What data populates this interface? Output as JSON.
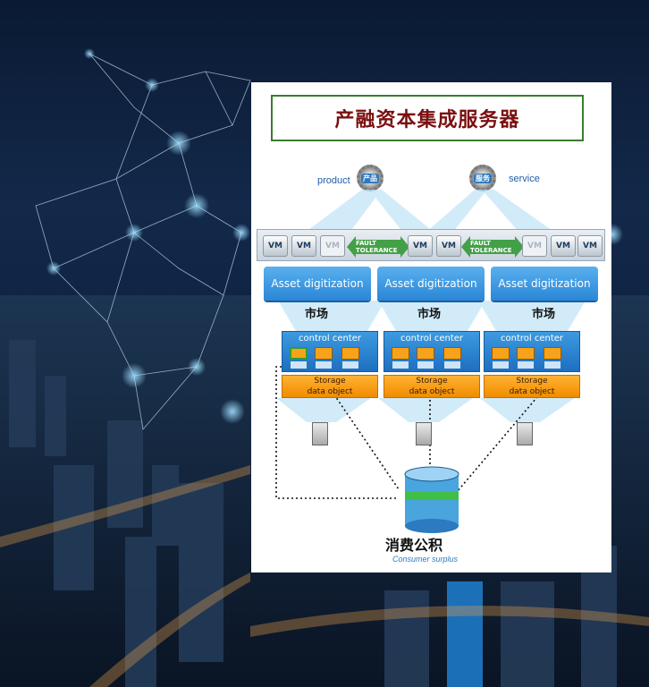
{
  "title": "产融资本集成服务器",
  "product_label": "product",
  "service_label": "service",
  "gear_product_text": "产品",
  "gear_service_text": "服务",
  "vm_label": "VM",
  "fault_tolerance": "FAULT TOLERANCE",
  "asset_label": "Asset digitization",
  "market_label": "市场",
  "control_center_label": "control center",
  "storage_label": "Storage",
  "data_object_label": "data object",
  "consumer_label": "消费公积",
  "consumer_sub": "Consumer surplus",
  "colors": {
    "accent_blue": "#2a86d6",
    "orange": "#f08c00",
    "green": "#43a047",
    "title_red": "#7a1010"
  }
}
